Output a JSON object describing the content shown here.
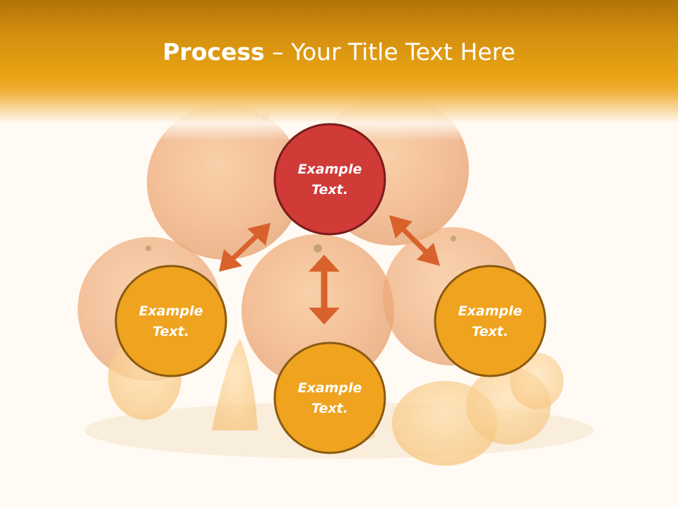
{
  "slide": {
    "title_bold": "Process",
    "title_rest": " – Your Title Text Here"
  },
  "nodes": {
    "top": {
      "line1": "Example",
      "line2": "Text."
    },
    "left": {
      "line1": "Example",
      "line2": "Text."
    },
    "right": {
      "line1": "Example",
      "line2": "Text."
    },
    "bottom": {
      "line1": "Example",
      "line2": "Text."
    }
  },
  "colors": {
    "highlight_node": "#d03a37",
    "node": "#efa31e",
    "arrow": "#d9622c",
    "header": "#e9a414"
  }
}
